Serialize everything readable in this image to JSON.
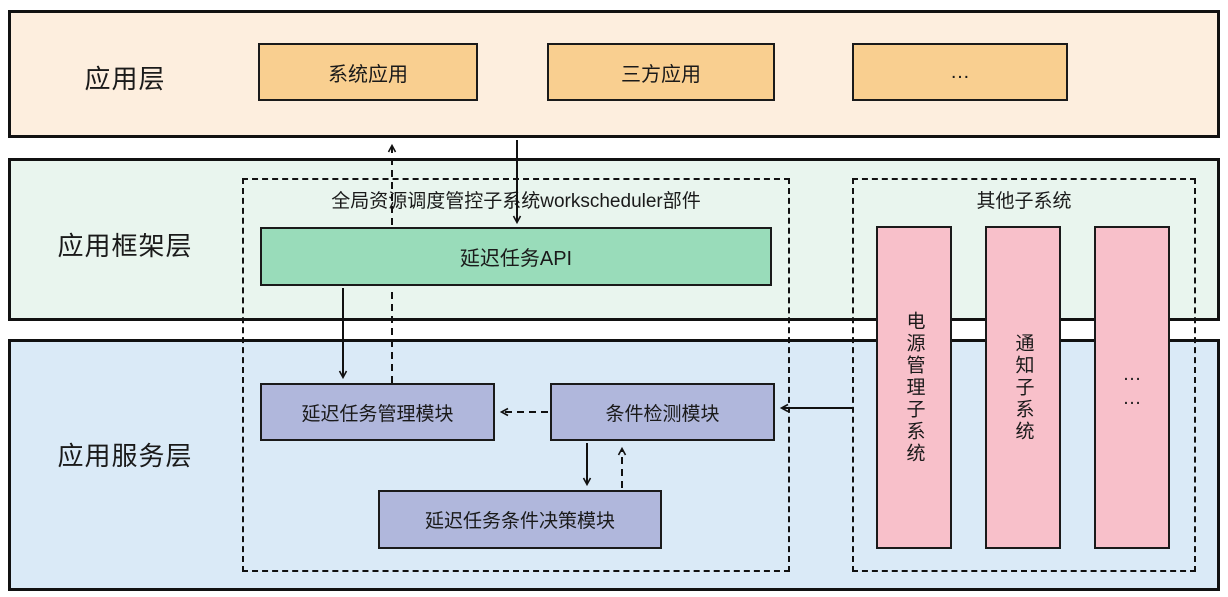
{
  "colors": {
    "band_app_bg": "#fdeede",
    "band_framework_bg": "#e9f5ee",
    "band_service_bg": "#daeaf7",
    "app_box_bg": "#f9cf90",
    "api_box_bg": "#99dcba",
    "module_box_bg": "#b0b7dc",
    "subsystem_box_bg": "#f8c0ca",
    "border": "#111111"
  },
  "layers": {
    "app": {
      "label": "应用层"
    },
    "framework": {
      "label": "应用框架层"
    },
    "service": {
      "label": "应用服务层"
    }
  },
  "app_boxes": [
    "系统应用",
    "三方应用",
    "…"
  ],
  "workscheduler_group": {
    "title": "全局资源调度管控子系统workscheduler部件",
    "api_box": "延迟任务API",
    "modules": {
      "manager": "延迟任务管理模块",
      "detector": "条件检测模块",
      "decision": "延迟任务条件决策模块"
    }
  },
  "other_subsystems": {
    "title": "其他子系统",
    "items": [
      "电源管理子系统",
      "通知子系统",
      "……"
    ]
  }
}
